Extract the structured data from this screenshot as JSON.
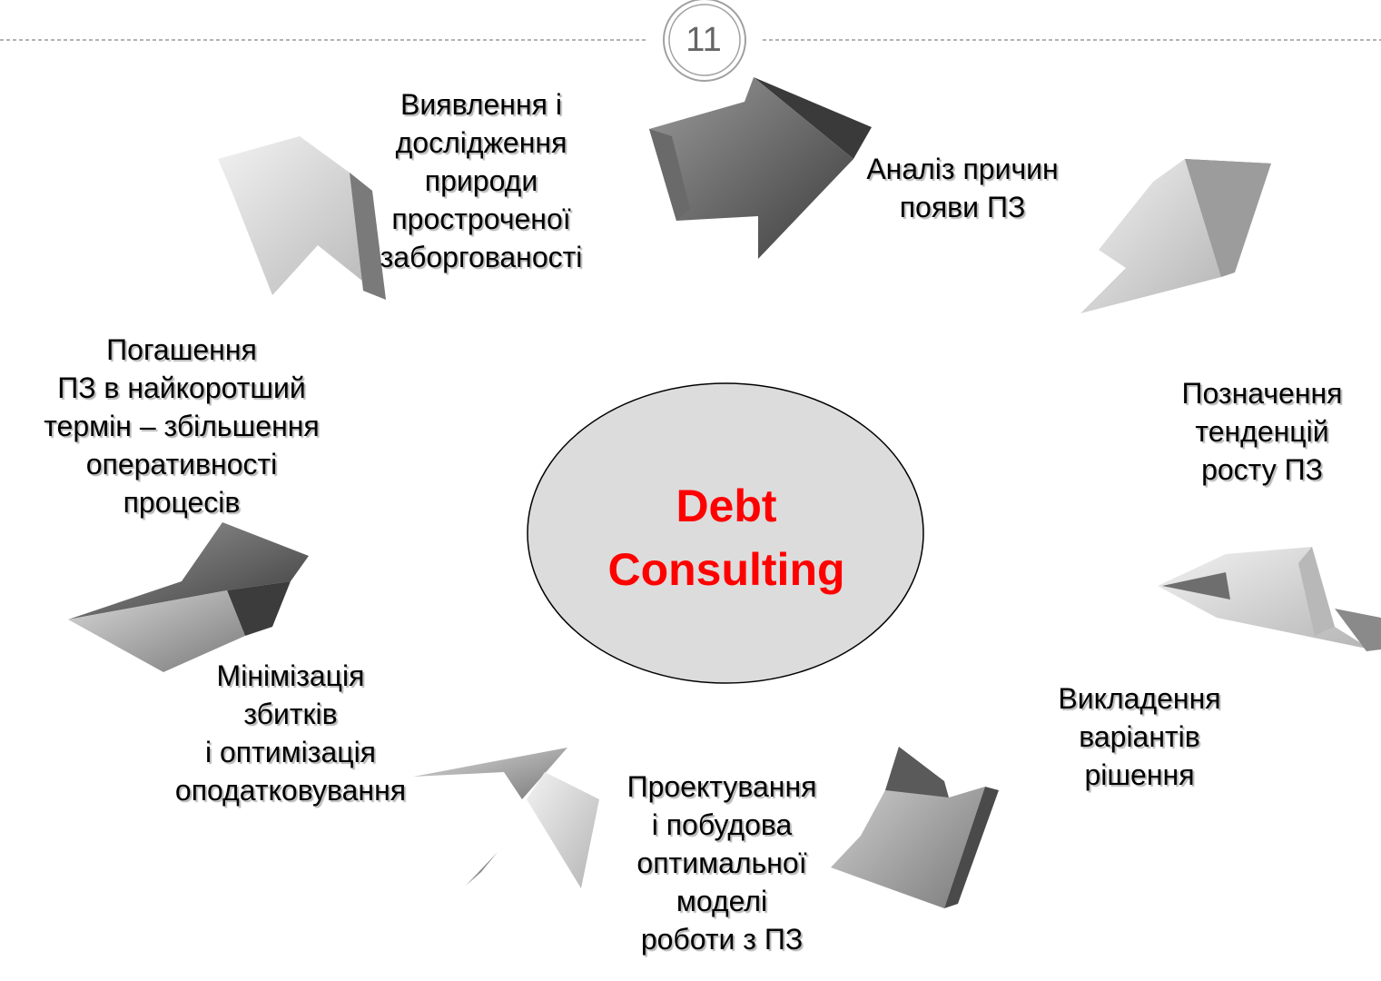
{
  "slide": {
    "page_number": "11",
    "center_title": "Debt\nConsulting",
    "center_title_color": "#ff0000",
    "center_fill": "#dcdcdc",
    "steps": [
      {
        "text": "Виявлення і\nдослідження\nприроди\nпростроченої\nзаборгованості"
      },
      {
        "text": "Аналіз причин\nпояви ПЗ"
      },
      {
        "text": "Позначення\nтенденцій\nросту ПЗ"
      },
      {
        "text": "Викладення\nваріантів\nрішення"
      },
      {
        "text": "Проектування\nі побудова\nоптимальної\nмоделі\nроботи з ПЗ"
      },
      {
        "text": "Мінімізація\nзбитків\nі оптимізація\nоподатковування"
      },
      {
        "text": "Погашення\nПЗ в найкоротший\nтермін – збільшення\nоперативності\nпроцесів"
      }
    ],
    "arrow_icons": [
      "arrow-icon",
      "arrow-icon",
      "arrow-icon",
      "arrow-icon",
      "arrow-icon",
      "arrow-icon"
    ]
  }
}
